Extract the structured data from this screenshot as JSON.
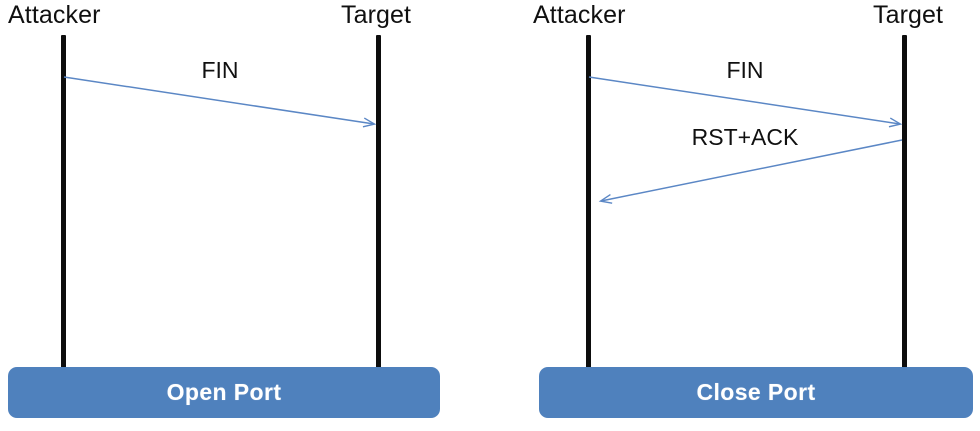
{
  "figure": {
    "type": "sequence-diagram",
    "description": "FIN scan behaviour against an open port versus a closed port",
    "background_color": "#ffffff",
    "accent_color": "#4f81bd",
    "lifeline_color": "#0d0d0d",
    "arrow_color": "#5b87c5",
    "text_color": "#101010"
  },
  "panels": [
    {
      "id": "open-port",
      "actors": {
        "left": "Attacker",
        "right": "Target"
      },
      "messages": [
        {
          "label": "FIN",
          "from": "Attacker",
          "to": "Target",
          "direction": "right"
        }
      ],
      "footer": {
        "label": "Open Port"
      }
    },
    {
      "id": "close-port",
      "actors": {
        "left": "Attacker",
        "right": "Target"
      },
      "messages": [
        {
          "label": "FIN",
          "from": "Attacker",
          "to": "Target",
          "direction": "right"
        },
        {
          "label": "RST+ACK",
          "from": "Target",
          "to": "Attacker",
          "direction": "left"
        }
      ],
      "footer": {
        "label": "Close Port"
      }
    }
  ]
}
